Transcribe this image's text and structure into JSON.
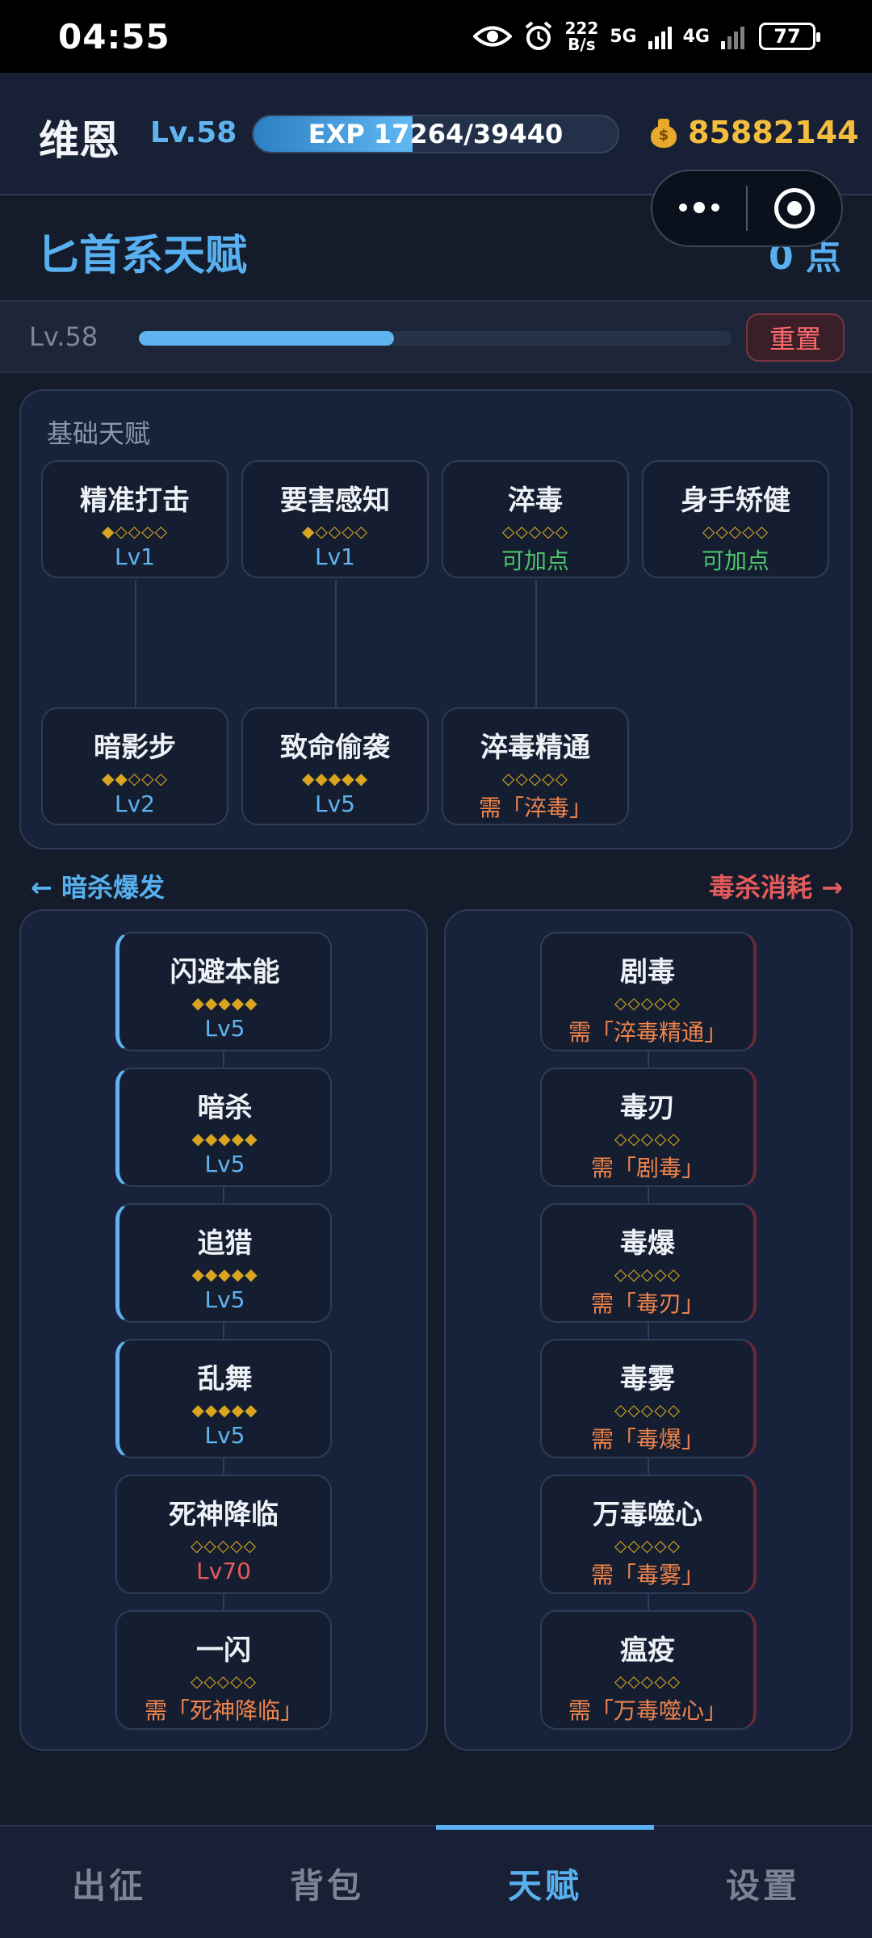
{
  "status_bar": {
    "time": "04:55",
    "speed_value": "222",
    "speed_unit": "B/s",
    "net1": "5G",
    "net2": "4G",
    "battery": "77"
  },
  "header": {
    "player_name": "维恩",
    "player_level": "Lv.58",
    "exp_text": "EXP 17264/39440",
    "exp_fraction": 0.4377,
    "gold": "85882144"
  },
  "page": {
    "title": "匕首系天赋",
    "points": "0 点",
    "level_label": "Lv.58",
    "level_progress": 0.43,
    "reset_label": "重置"
  },
  "basic": {
    "label": "基础天赋",
    "row1": [
      {
        "name": "精准打击",
        "stars": "◆◇◇◇◇",
        "status": "Lv1",
        "kind": "lv"
      },
      {
        "name": "要害感知",
        "stars": "◆◇◇◇◇",
        "status": "Lv1",
        "kind": "lv"
      },
      {
        "name": "淬毒",
        "stars": "◇◇◇◇◇",
        "status": "可加点",
        "kind": "add"
      },
      {
        "name": "身手矫健",
        "stars": "◇◇◇◇◇",
        "status": "可加点",
        "kind": "add"
      }
    ],
    "row2": [
      {
        "name": "暗影步",
        "stars": "◆◆◇◇◇",
        "status": "Lv2",
        "kind": "lv"
      },
      {
        "name": "致命偷袭",
        "stars": "◆◆◆◆◆",
        "status": "Lv5",
        "kind": "lv"
      },
      {
        "name": "淬毒精通",
        "stars": "◇◇◇◇◇",
        "status": "需「淬毒」",
        "kind": "req"
      }
    ]
  },
  "branches": {
    "left_label": "← 暗杀爆发",
    "right_label": "毒杀消耗 →",
    "left": [
      {
        "name": "闪避本能",
        "stars": "◆◆◆◆◆",
        "status": "Lv5",
        "kind": "lv"
      },
      {
        "name": "暗杀",
        "stars": "◆◆◆◆◆",
        "status": "Lv5",
        "kind": "lv"
      },
      {
        "name": "追猎",
        "stars": "◆◆◆◆◆",
        "status": "Lv5",
        "kind": "lv"
      },
      {
        "name": "乱舞",
        "stars": "◆◆◆◆◆",
        "status": "Lv5",
        "kind": "lv"
      },
      {
        "name": "死神降临",
        "stars": "◇◇◇◇◇",
        "status": "Lv70",
        "kind": "red"
      },
      {
        "name": "一闪",
        "stars": "◇◇◇◇◇",
        "status": "需「死神降临」",
        "kind": "req"
      }
    ],
    "right": [
      {
        "name": "剧毒",
        "stars": "◇◇◇◇◇",
        "status": "需「淬毒精通」",
        "kind": "req"
      },
      {
        "name": "毒刃",
        "stars": "◇◇◇◇◇",
        "status": "需「剧毒」",
        "kind": "req"
      },
      {
        "name": "毒爆",
        "stars": "◇◇◇◇◇",
        "status": "需「毒刃」",
        "kind": "req"
      },
      {
        "name": "毒雾",
        "stars": "◇◇◇◇◇",
        "status": "需「毒爆」",
        "kind": "req"
      },
      {
        "name": "万毒噬心",
        "stars": "◇◇◇◇◇",
        "status": "需「毒雾」",
        "kind": "req"
      },
      {
        "name": "瘟疫",
        "stars": "◇◇◇◇◇",
        "status": "需「万毒噬心」",
        "kind": "req"
      }
    ]
  },
  "nav": {
    "tabs": [
      "出征",
      "背包",
      "天赋",
      "设置"
    ],
    "active": 2
  },
  "colors": {
    "accent_blue": "#58b0f0",
    "gold": "#f4be3c",
    "green": "#4cc46a",
    "orange": "#f0844a",
    "red": "#e55b5b"
  }
}
